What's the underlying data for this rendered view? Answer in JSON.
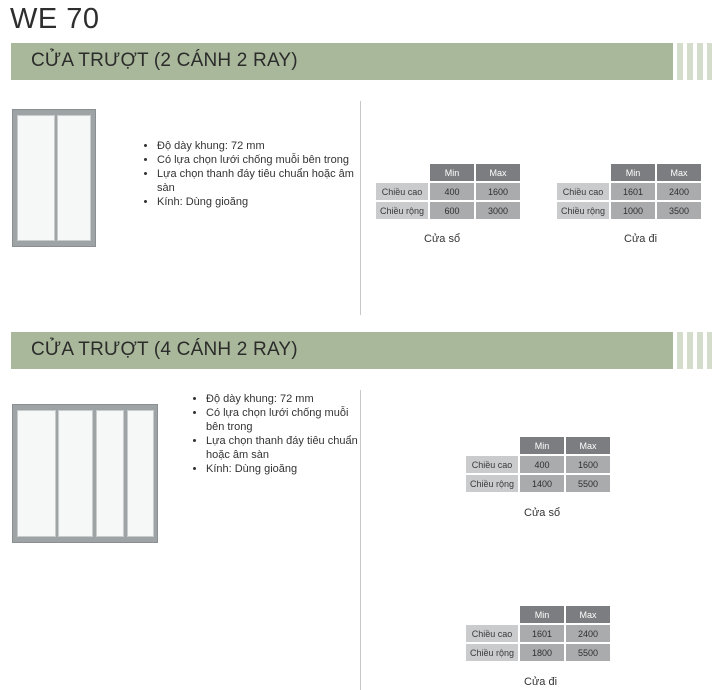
{
  "page_title": "WE 70",
  "sections": [
    {
      "heading": "CỬA TRƯỢT (2 CÁNH 2 RAY)",
      "specs": [
        "Độ dày khung: 72 mm",
        "Có lựa chọn lưới chống muỗi bên trong",
        "Lựa chọn thanh đáy tiêu chuẩn hoặc âm sàn",
        "Kính: Dùng gioăng"
      ],
      "tables": [
        {
          "caption": "Cửa sổ",
          "header": [
            "Min",
            "Max"
          ],
          "rows": [
            {
              "label": "Chiều cao",
              "min": "400",
              "max": "1600"
            },
            {
              "label": "Chiều rộng",
              "min": "600",
              "max": "3000"
            }
          ]
        },
        {
          "caption": "Cửa đi",
          "header": [
            "Min",
            "Max"
          ],
          "rows": [
            {
              "label": "Chiều cao",
              "min": "1601",
              "max": "2400"
            },
            {
              "label": "Chiều rộng",
              "min": "1000",
              "max": "3500"
            }
          ]
        }
      ]
    },
    {
      "heading": "CỬA TRƯỢT (4 CÁNH 2 RAY)",
      "specs": [
        "Độ dày khung: 72 mm",
        "Có lựa chọn lưới chống muỗi bên trong",
        "Lựa chọn thanh đáy tiêu chuẩn hoặc âm sàn",
        "Kính: Dùng gioăng"
      ],
      "tables": [
        {
          "caption": "Cửa sổ",
          "header": [
            "Min",
            "Max"
          ],
          "rows": [
            {
              "label": "Chiều cao",
              "min": "400",
              "max": "1600"
            },
            {
              "label": "Chiều rộng",
              "min": "1400",
              "max": "5500"
            }
          ]
        },
        {
          "caption": "Cửa đi",
          "header": [
            "Min",
            "Max"
          ],
          "rows": [
            {
              "label": "Chiều cao",
              "min": "1601",
              "max": "2400"
            },
            {
              "label": "Chiều rộng",
              "min": "1800",
              "max": "5500"
            }
          ]
        }
      ]
    }
  ],
  "colors": {
    "band": "#a9b89a",
    "band_stripe": "#d4dccb",
    "table_header": "#7b7d80",
    "table_cell": "#a9abad",
    "table_label": "#c9cbcc"
  }
}
